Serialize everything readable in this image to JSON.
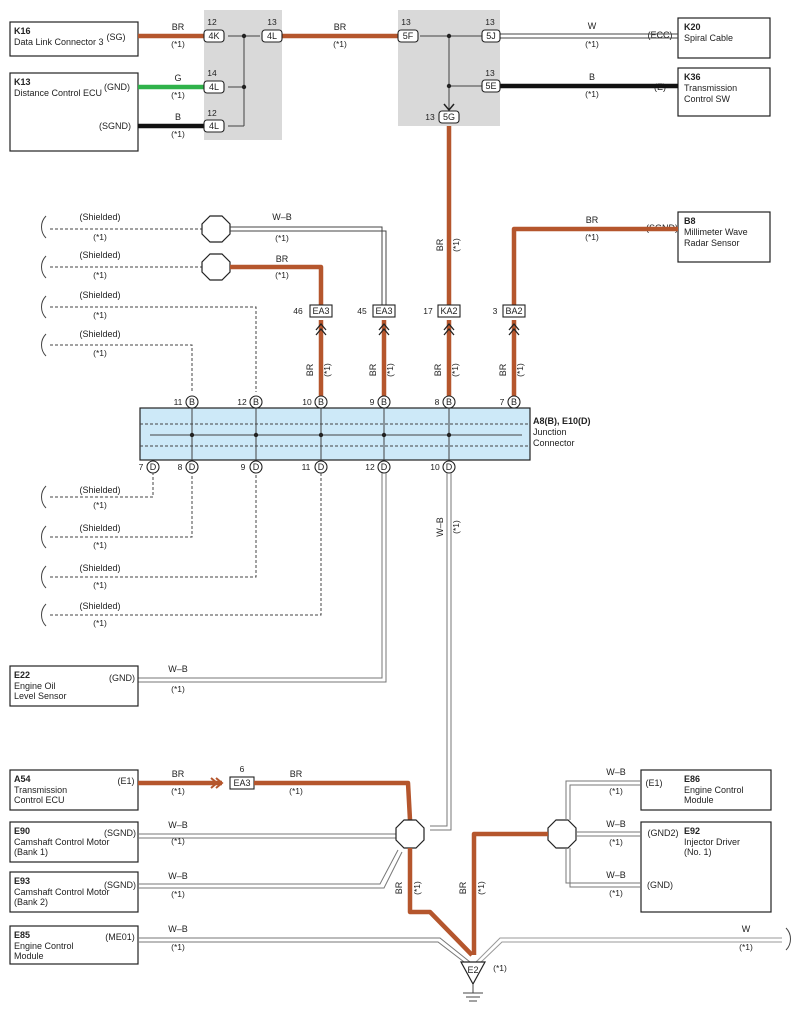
{
  "components": {
    "k16": {
      "code": "K16",
      "name": "Data Link Connector 3",
      "pin": "(SG)"
    },
    "k13": {
      "code": "K13",
      "name": "Distance Control ECU",
      "pin_a": "(GND)",
      "pin_b": "(SGND)"
    },
    "k20": {
      "code": "K20",
      "name": "Spiral Cable",
      "pin": "(ECC)"
    },
    "k36": {
      "code": "K36",
      "name1": "Transmission",
      "name2": "Control SW",
      "pin": "(E)"
    },
    "b8": {
      "code": "B8",
      "name1": "Millimeter Wave",
      "name2": "Radar Sensor",
      "pin": "(SGND)"
    },
    "jc": {
      "code": "A8(B), E10(D)",
      "name1": "Junction",
      "name2": "Connector"
    },
    "e22": {
      "code": "E22",
      "name1": "Engine Oil",
      "name2": "Level Sensor",
      "pin": "(GND)"
    },
    "a54": {
      "code": "A54",
      "name1": "Transmission",
      "name2": "Control ECU",
      "pin": "(E1)"
    },
    "e90": {
      "code": "E90",
      "name1": "Camshaft Control Motor",
      "name2": "(Bank 1)",
      "pin": "(SGND)"
    },
    "e93": {
      "code": "E93",
      "name1": "Camshaft Control Motor",
      "name2": "(Bank 2)",
      "pin": "(SGND)"
    },
    "e85": {
      "code": "E85",
      "name1": "Engine Control",
      "name2": "Module",
      "pin": "(ME01)"
    },
    "e86": {
      "code": "E86",
      "name1": "Engine Control",
      "name2": "Module",
      "pin": "(E1)"
    },
    "e92": {
      "code": "E92",
      "name1": "Injector Driver",
      "name2": "(No. 1)",
      "pin_a": "(GND2)",
      "pin_b": "(GND)"
    },
    "e2": {
      "code": "E2",
      "note": "(*1)"
    }
  },
  "connectors": {
    "c4K": "4K",
    "c4L_top": "4L",
    "c4L_mid": "4L",
    "c4L_bot": "4L",
    "c5F": "5F",
    "c5J": "5J",
    "c5E": "5E",
    "c5G": "5G",
    "ea3_46": "EA3",
    "ea3_45": "EA3",
    "ka2": "KA2",
    "ba2": "BA2",
    "ea3_6": "EA3"
  },
  "pin_numbers": {
    "p12_4k": "12",
    "p13_4l": "13",
    "p14_4l": "14",
    "p12_4l": "12",
    "p13_5f": "13",
    "p13_5j": "13",
    "p13_5e": "13",
    "p13_5g": "13",
    "p46": "46",
    "p45": "45",
    "p17": "17",
    "p3": "3",
    "p6": "6",
    "b_pins": [
      "11",
      "12",
      "10",
      "9",
      "8",
      "7"
    ],
    "d_pins": [
      "7",
      "8",
      "9",
      "11",
      "12",
      "10"
    ],
    "b_letter": "B",
    "d_letter": "D"
  },
  "wires": {
    "br": "BR",
    "g": "G",
    "b": "B",
    "w": "W",
    "wb": "W–B",
    "shielded": "(Shielded)",
    "note": "(*1)"
  },
  "colors": {
    "brown": "#b5562d",
    "green": "#2fb24a",
    "black": "#111111",
    "junction_fill": "#cde9f8",
    "connector_box": "#d9d9d9"
  }
}
